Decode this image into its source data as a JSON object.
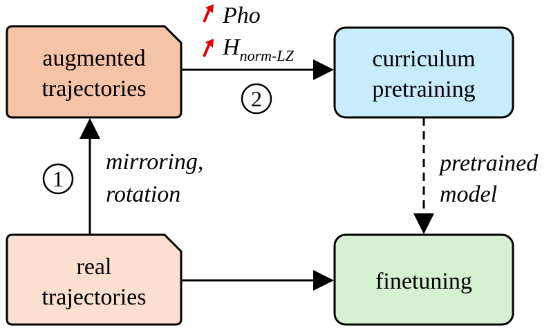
{
  "nodes": {
    "augmented": {
      "line1": "augmented",
      "line2": "trajectories",
      "fill": "#f5c3a6"
    },
    "real": {
      "line1": "real",
      "line2": "trajectories",
      "fill": "#fbe0d2"
    },
    "curriculum": {
      "line1": "curriculum",
      "line2": "pretraining",
      "fill": "#c8ecfb"
    },
    "finetuning": {
      "line1": "finetuning",
      "fill": "#d6f1d2"
    }
  },
  "edges": {
    "step1": {
      "number": "1",
      "label_line1": "mirroring,",
      "label_line2": "rotation"
    },
    "step2": {
      "number": "2",
      "metric1": "Pho",
      "metric2_base": "H",
      "metric2_sub": "norm-LZ",
      "arrow_color": "#e00000"
    },
    "pretrained": {
      "label_line1": "pretrained",
      "label_line2": "model"
    }
  }
}
